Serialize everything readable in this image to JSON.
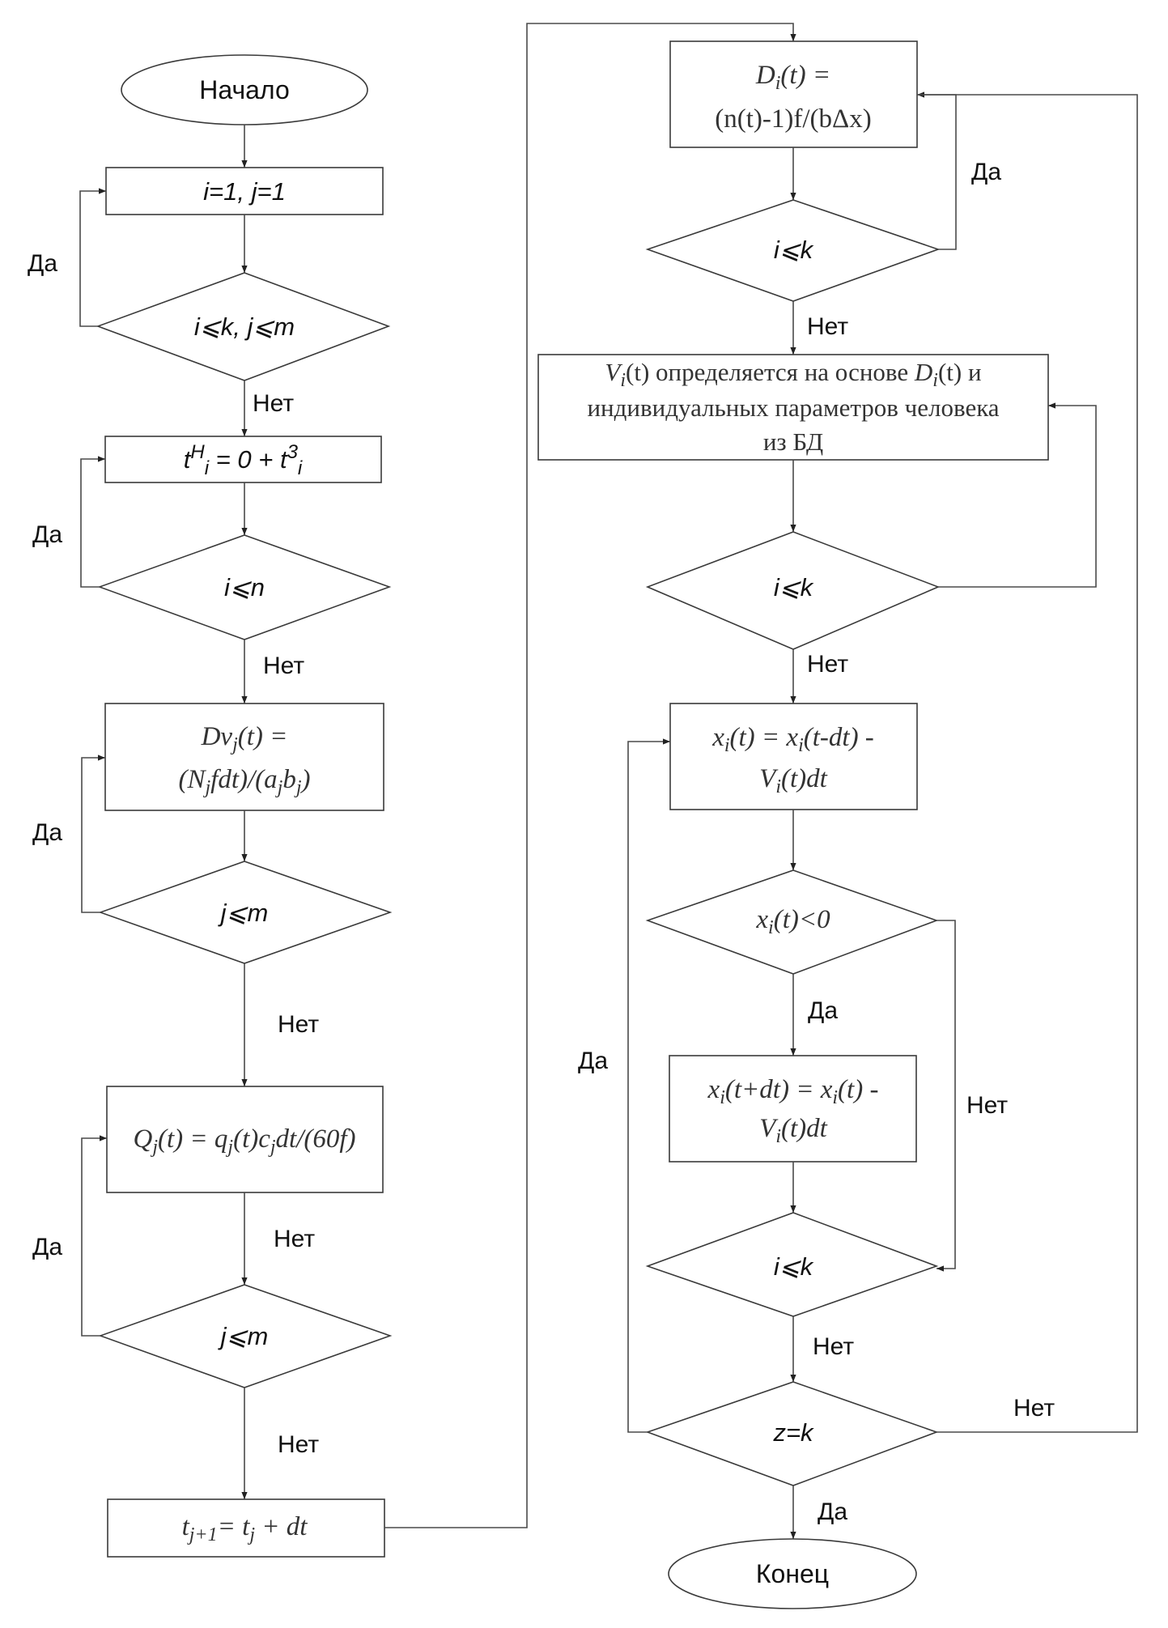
{
  "diagram": {
    "type": "flowchart",
    "colors": {
      "stroke": "#3a3a3a",
      "text": "#111111",
      "background": "#ffffff"
    },
    "terminals": {
      "start": "Начало",
      "end": "Конец"
    },
    "edge_labels": {
      "yes": "Да",
      "no": "Нет"
    },
    "left_column": {
      "box_init": "i=1, j=1",
      "cond_init": "i⩽k, j⩽m",
      "box_tstart": {
        "t": "t",
        "sup1": "H",
        "sub1": "i",
        "mid": " = 0 + t",
        "sup2": "3",
        "sub2": "i"
      },
      "cond_i_n": "i⩽n",
      "box_dv": {
        "line1_a": "Dv",
        "line1_sub": "j",
        "line1_b": "(t) =",
        "line2_a": "(N",
        "line2_sub1": "j",
        "line2_b": "fdt)/(a",
        "line2_sub2": "j",
        "line2_c": "b",
        "line2_sub3": "j",
        "line2_d": ")"
      },
      "cond_j_m_1": "j⩽m",
      "box_q": {
        "a": "Q",
        "sub1": "j",
        "b": "(t) = q",
        "sub2": "j",
        "c": "(t)c",
        "sub3": "j",
        "d": "dt/(60f)"
      },
      "cond_j_m_2": "j⩽m",
      "box_tnext": {
        "a": "t",
        "sub1": "j+1",
        "b": "= t",
        "sub2": "j",
        "c": " + dt"
      }
    },
    "right_column": {
      "box_d": {
        "line1_a": "D",
        "line1_sub": "i",
        "line1_b": "(t) =",
        "line2": "(n(t)-1)f/(bΔx)"
      },
      "cond_i_k_1": "i⩽k",
      "box_v": {
        "line1_a": "V",
        "line1_sub1": "i",
        "line1_b": "(t) определяется на основе ",
        "line1_c": "D",
        "line1_sub2": "i",
        "line1_d": "(t) и",
        "line2": "индивидуальных параметров человека",
        "line3": "из БД"
      },
      "cond_i_k_2": "i⩽k",
      "box_x1": {
        "line1_a": "x",
        "line1_sub1": "i",
        "line1_b": "(t) = x",
        "line1_sub2": "i",
        "line1_c": "(t-dt) -",
        "line2_a": "V",
        "line2_sub": "i",
        "line2_b": "(t)dt"
      },
      "cond_x_neg": {
        "a": "x",
        "sub": "i",
        "b": "(t)<0"
      },
      "box_x2": {
        "line1_a": "x",
        "line1_sub1": "i",
        "line1_b": "(t+dt) = x",
        "line1_sub2": "i",
        "line1_c": "(t) -",
        "line2_a": "V",
        "line2_sub": "i",
        "line2_b": "(t)dt"
      },
      "cond_i_k_3": "i⩽k",
      "cond_z_k": "z=k"
    }
  }
}
